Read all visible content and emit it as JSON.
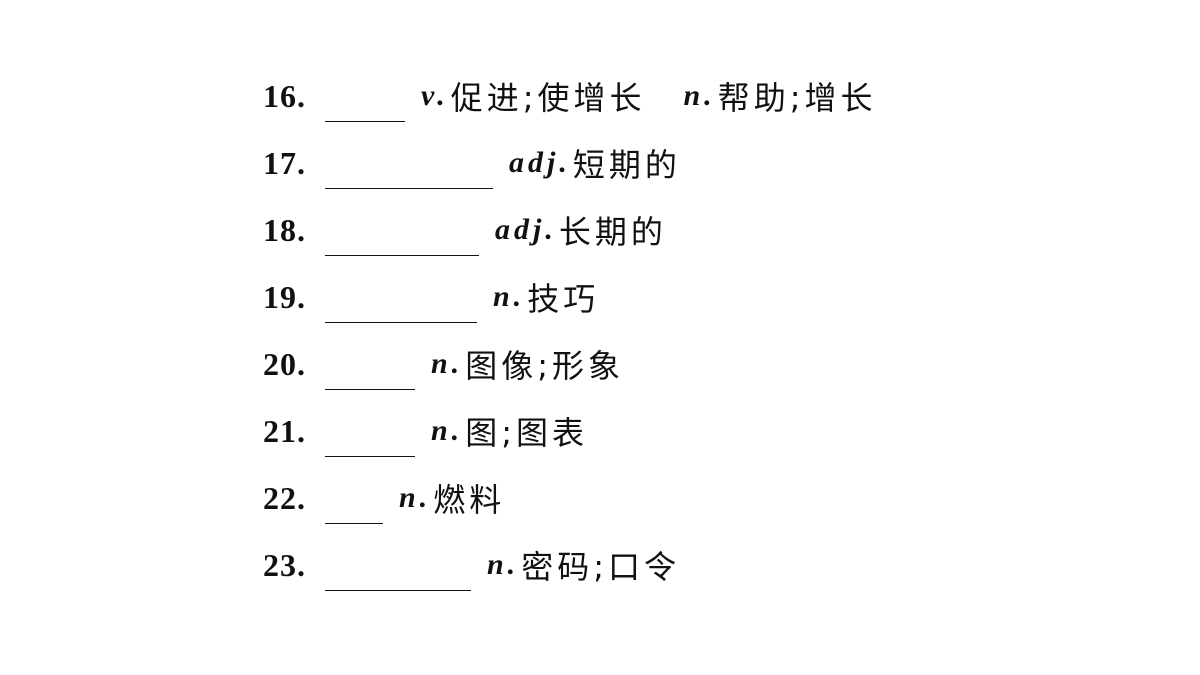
{
  "items": [
    {
      "number": "16.",
      "pos": "v.",
      "meaning": "促进;使增长",
      "pos2": "n.",
      "meaning2": "帮助;增长"
    },
    {
      "number": "17.",
      "pos": "adj.",
      "meaning": "短期的"
    },
    {
      "number": "18.",
      "pos": "adj.",
      "meaning": "长期的"
    },
    {
      "number": "19.",
      "pos": "n.",
      "meaning": "技巧"
    },
    {
      "number": "20.",
      "pos": "n.",
      "meaning": "图像;形象"
    },
    {
      "number": "21.",
      "pos": "n.",
      "meaning": "图;图表"
    },
    {
      "number": "22.",
      "pos": "n.",
      "meaning": "燃料"
    },
    {
      "number": "23.",
      "pos": "n.",
      "meaning": "密码;口令"
    }
  ]
}
